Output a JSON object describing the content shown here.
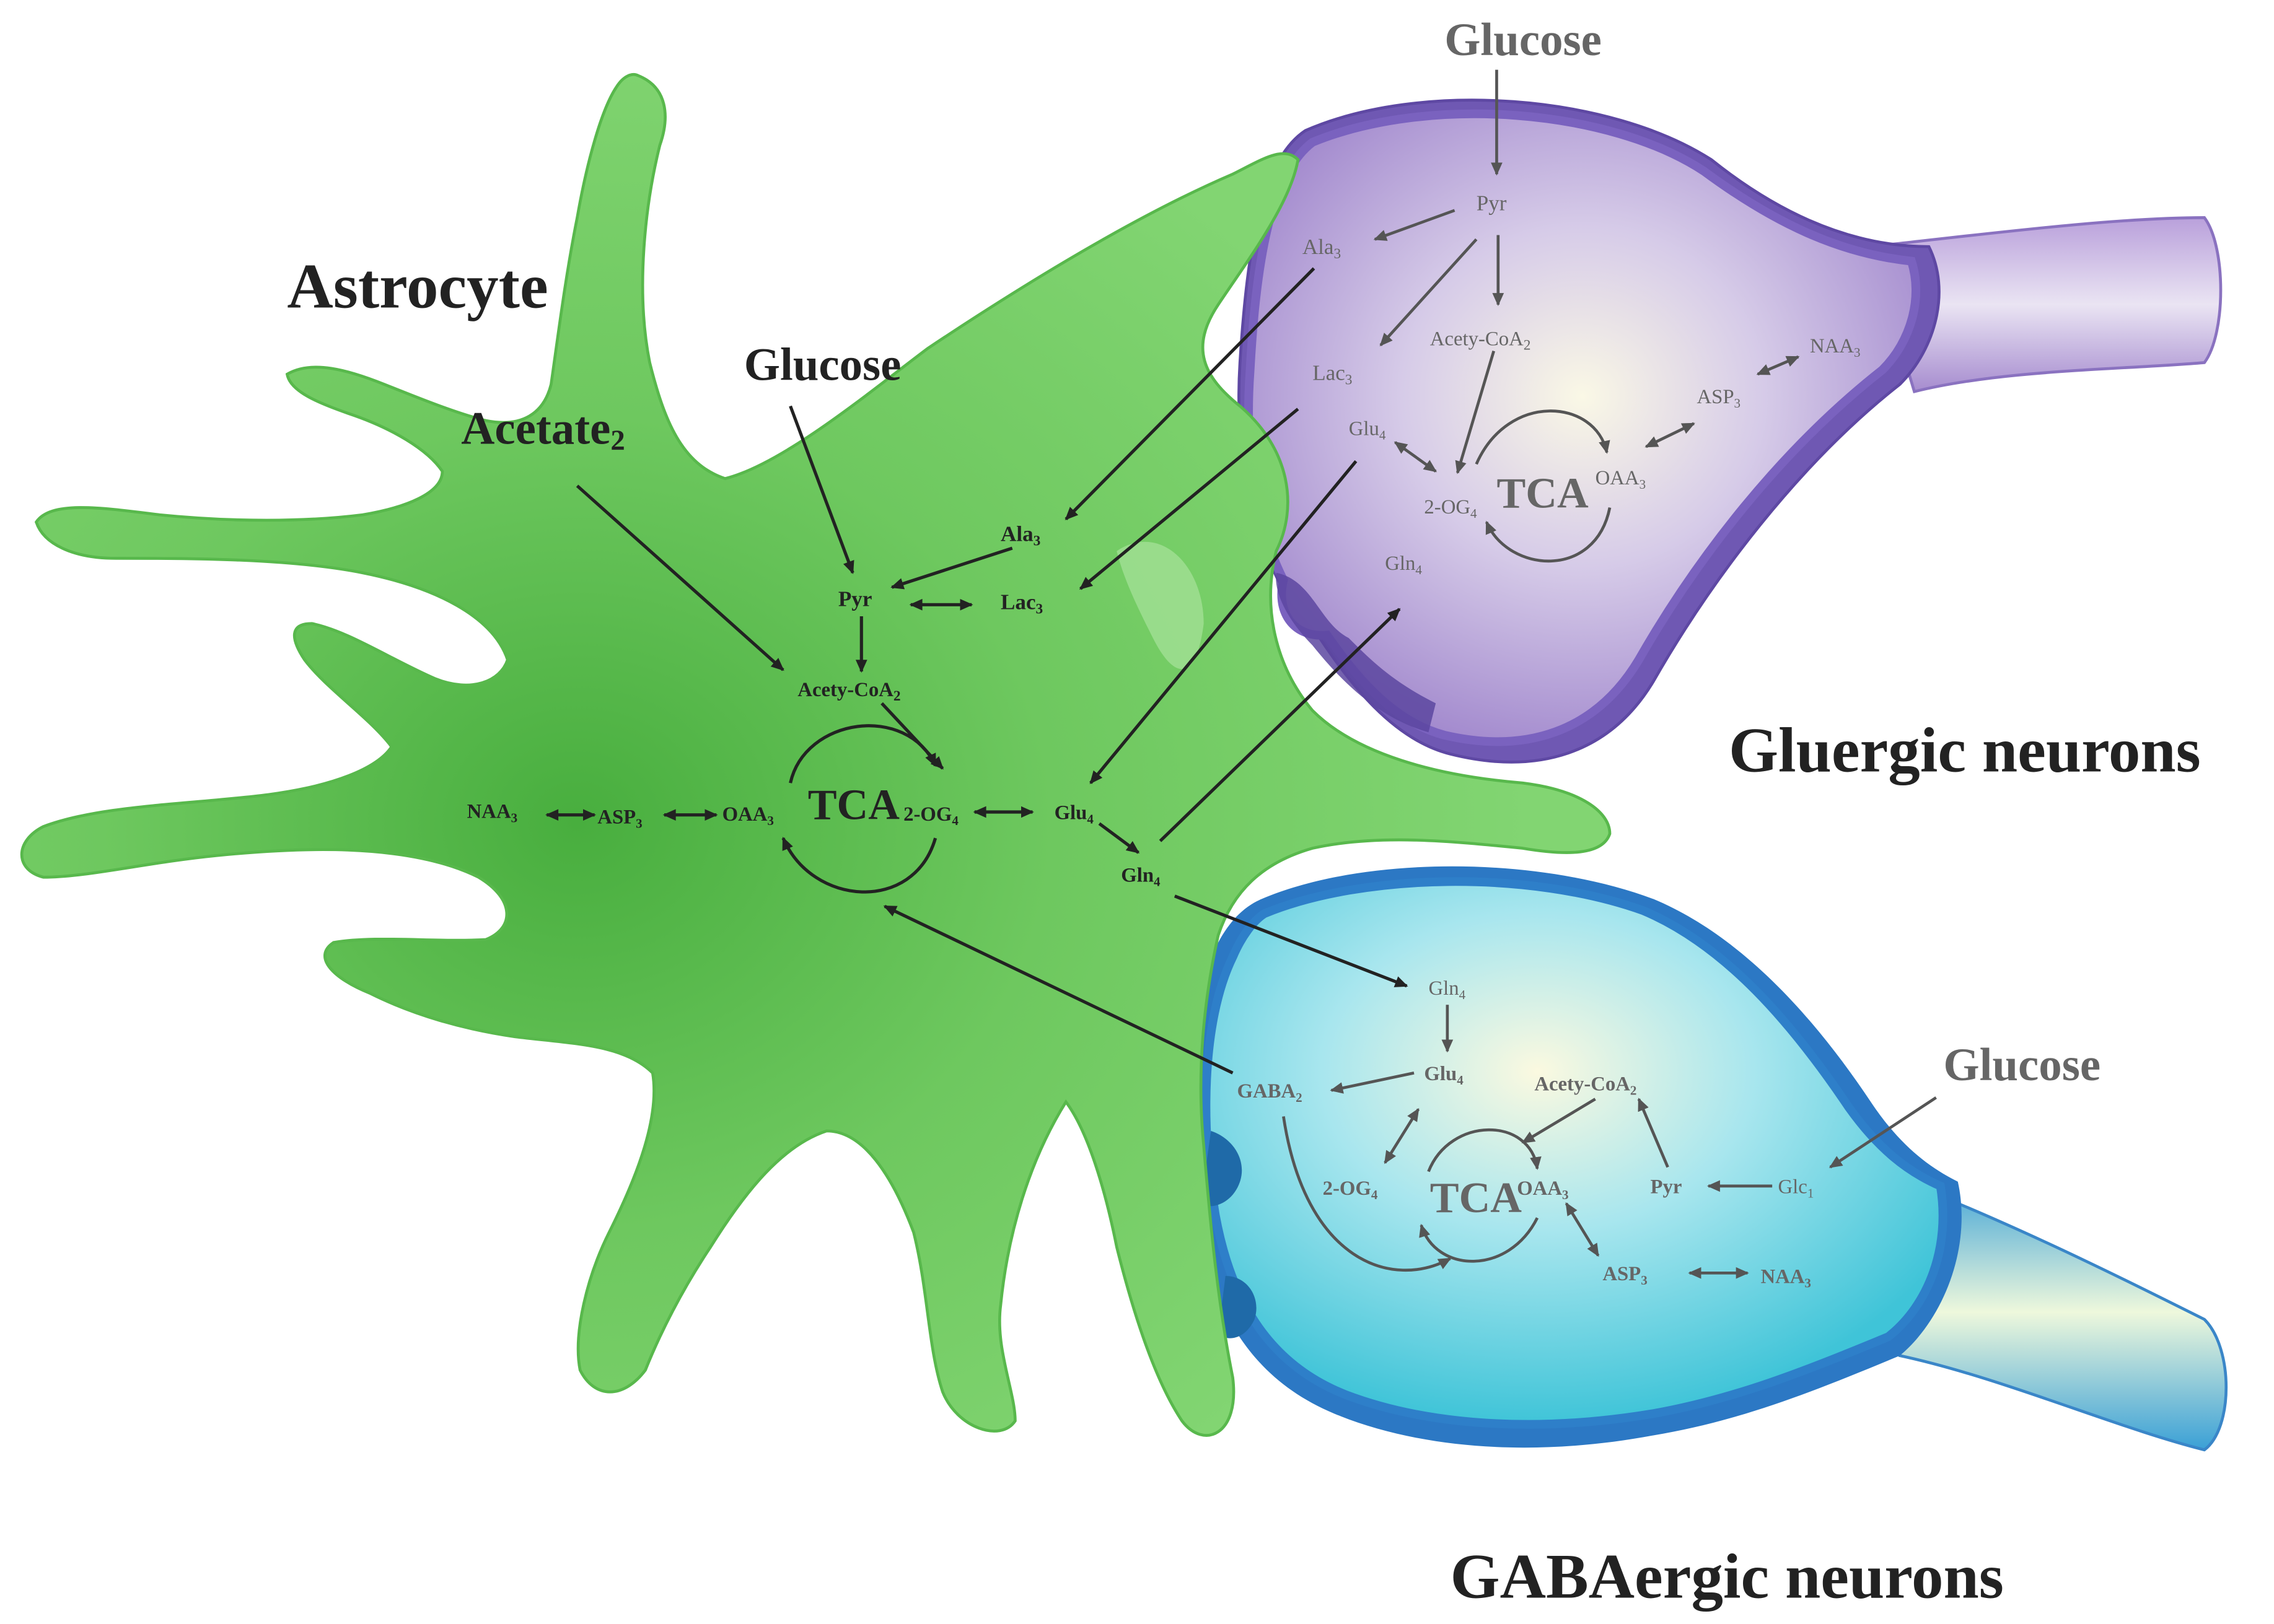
{
  "labels": {
    "astrocyte": "Astrocyte",
    "glutamatergic": "Gluergic neurons",
    "gabaergic": "GABAergic neurons"
  },
  "astrocyte": {
    "glucose": "Glucose",
    "acetate": "Acetate",
    "acetate_sub": "2",
    "pyr": "Pyr",
    "ala": "Ala",
    "ala_sub": "3",
    "lac": "Lac",
    "lac_sub": "3",
    "acetyl_coa": "Acety-CoA",
    "acetyl_coa_sub": "2",
    "tca": "TCA",
    "og": "2-OG",
    "og_sub": "4",
    "oaa": "OAA",
    "oaa_sub": "3",
    "asp": "ASP",
    "asp_sub": "3",
    "naa": "NAA",
    "naa_sub": "3",
    "glu": "Glu",
    "glu_sub": "4",
    "gln": "Gln",
    "gln_sub": "4"
  },
  "glutamatergic_neuron": {
    "glucose": "Glucose",
    "pyr": "Pyr",
    "ala": "Ala",
    "ala_sub": "3",
    "lac": "Lac",
    "lac_sub": "3",
    "acetyl_coa": "Acety-CoA",
    "acetyl_coa_sub": "2",
    "glu": "Glu",
    "glu_sub": "4",
    "og": "2-OG",
    "og_sub": "4",
    "tca": "TCA",
    "oaa": "OAA",
    "oaa_sub": "3",
    "asp": "ASP",
    "asp_sub": "3",
    "naa": "NAA",
    "naa_sub": "3",
    "gln": "Gln",
    "gln_sub": "4"
  },
  "gabaergic_neuron": {
    "glucose": "Glucose",
    "gln": "Gln",
    "gln_sub": "4",
    "glu": "Glu",
    "glu_sub": "4",
    "gaba": "GABA",
    "gaba_sub": "2",
    "acetyl_coa": "Acety-CoA",
    "acetyl_coa_sub": "2",
    "og": "2-OG",
    "og_sub": "4",
    "tca": "TCA",
    "oaa": "OAA",
    "oaa_sub": "3",
    "pyr": "Pyr",
    "glc": "Glc",
    "glc_sub": "1",
    "asp": "ASP",
    "asp_sub": "3",
    "naa": "NAA",
    "naa_sub": "3"
  },
  "colors": {
    "astrocyte_fill": "#7ccf6c",
    "astrocyte_dark": "#4fb545",
    "glut_fill": "#b9a3d8",
    "glut_edge": "#7058b4",
    "gaba_fill": "#6fd3e0",
    "gaba_edge": "#2c78c4",
    "dark_arrow": "#222222",
    "grey_arrow": "#555555",
    "grey_text": "#666666"
  }
}
